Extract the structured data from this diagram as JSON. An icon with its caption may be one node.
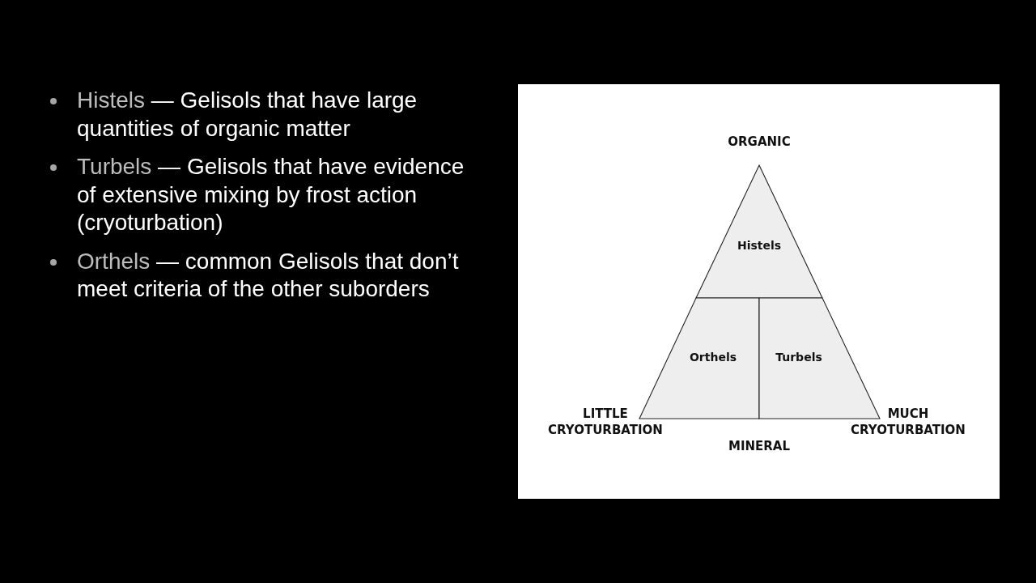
{
  "diagram": {
    "nodes": [
      {
        "text": [
          "Histels"
        ]
      },
      {
        "text": [
          "Orthels"
        ]
      },
      {
        "text": [
          "Turbels"
        ]
      }
    ],
    "edges": [],
    "labels": [
      "Histels — Gelisols that have large quantities of organic matter",
      "Turbels — Gelisols that have evidence of extensive mixing by frost action (cryoturbation)",
      "Orthels — common Gelisols that don’t meet criteria of the other suborders",
      "ORGANIC",
      "LITTLE CRYOTURBATION",
      "MUCH CRYOTURBATION",
      "MINERAL"
    ]
  }
}
